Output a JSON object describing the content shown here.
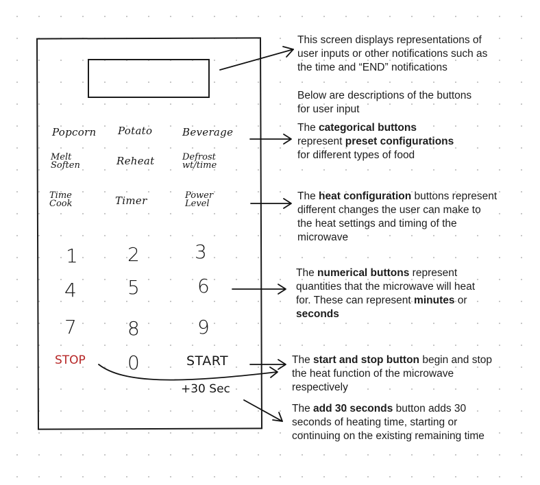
{
  "microwave": {
    "preset_buttons": [
      {
        "name": "popcorn-button",
        "label": "Popcorn"
      },
      {
        "name": "potato-button",
        "label": "Potato"
      },
      {
        "name": "beverage-button",
        "label": "Beverage"
      },
      {
        "name": "melt-soften-button",
        "label": "Melt Soften"
      },
      {
        "name": "reheat-button",
        "label": "Reheat"
      },
      {
        "name": "defrost-wt-time-button",
        "label": "Defrost wt/time"
      }
    ],
    "heat_buttons": [
      {
        "name": "time-cook-button",
        "label": "Time Cook"
      },
      {
        "name": "timer-button",
        "label": "Timer"
      },
      {
        "name": "power-level-button",
        "label": "Power Level"
      }
    ],
    "number_buttons": [
      "1",
      "2",
      "3",
      "4",
      "5",
      "6",
      "7",
      "8",
      "9",
      "0"
    ],
    "stop_label": "STOP",
    "start_label": "START",
    "add30_label": "+30 Sec",
    "stop_color": "#b62525"
  },
  "notes": {
    "screen": {
      "line1": "This screen displays representations of",
      "line2": "user inputs or other notifications such as",
      "line3": "the time and “END” notifications"
    },
    "intro": {
      "line1": "Below are descriptions of the buttons",
      "line2": "for user input"
    },
    "categorical": {
      "l1_pre": "The ",
      "l1_bold": "categorical buttons",
      "l2_pre": "represent ",
      "l2_bold": "preset configurations",
      "l3": "for different types of food"
    },
    "heat": {
      "l1_pre": "The ",
      "l1_bold": "heat configuration",
      "l1_post": " buttons represent",
      "l2": "different changes the user can make to",
      "l3": "the heat settings and timing of the",
      "l4": "microwave"
    },
    "numerical": {
      "l1_pre": "The ",
      "l1_bold": "numerical buttons",
      "l1_post": " represent",
      "l2": "quantities that the microwave will heat",
      "l3_pre": "for. These can represent ",
      "l3_bold": "minutes",
      "l3_post": " or",
      "l4_bold": "seconds"
    },
    "startstop": {
      "l1_pre": "The ",
      "l1_bold": "start and stop button",
      "l1_post": " begin and stop",
      "l2": "the heat function of the microwave",
      "l3": "respectively"
    },
    "add30": {
      "l1_pre": "The ",
      "l1_bold": "add 30 seconds",
      "l1_post": " button adds 30",
      "l2": "seconds of heating time, starting or",
      "l3": "continuing on the existing remaining time"
    }
  }
}
